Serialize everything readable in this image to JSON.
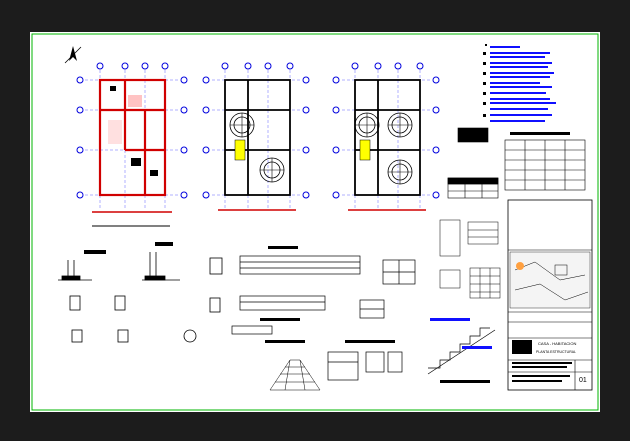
{
  "colors": {
    "background": "#1c1c1c",
    "sheet": "#ffffff",
    "sheet_border": "#00b400",
    "ink": "#000000",
    "walls": "#d00000",
    "grid_bubbles": "#0000dd",
    "notes_text": "#1010ff",
    "highlight": "#ffff00"
  },
  "title_block": {
    "project_line": "CASA - HABITACION",
    "subtitle_line": "PLANTA ESTRUCTURAL",
    "sheet_number": "01"
  },
  "icons": [
    "north-arrow-icon"
  ]
}
